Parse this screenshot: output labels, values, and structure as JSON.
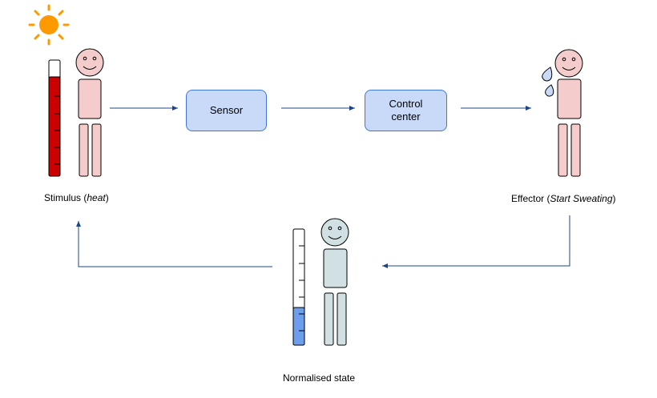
{
  "nodes": {
    "sensor": "Sensor",
    "control_center_line1": "Control",
    "control_center_line2": "center"
  },
  "labels": {
    "stimulus_prefix": "Stimulus (",
    "stimulus_italic": "heat",
    "stimulus_suffix": ")",
    "effector_prefix": "Effector (",
    "effector_italic": "Start Sweating",
    "effector_suffix": ")",
    "normalised": "Normalised state"
  },
  "colors": {
    "box_fill": "#c9daf8",
    "box_border": "#3c78d8",
    "arrow": "#1c4587",
    "person_warm": "#f4cccc",
    "person_normal": "#d0e0e3",
    "thermo_hot": "#cc0000",
    "thermo_normal": "#6d9eeb",
    "sun": "#ff9900",
    "sweat": "#c9daf8"
  },
  "icons": [
    "sun-icon",
    "thermometer-icon",
    "person-icon",
    "sweat-drop-icon"
  ]
}
